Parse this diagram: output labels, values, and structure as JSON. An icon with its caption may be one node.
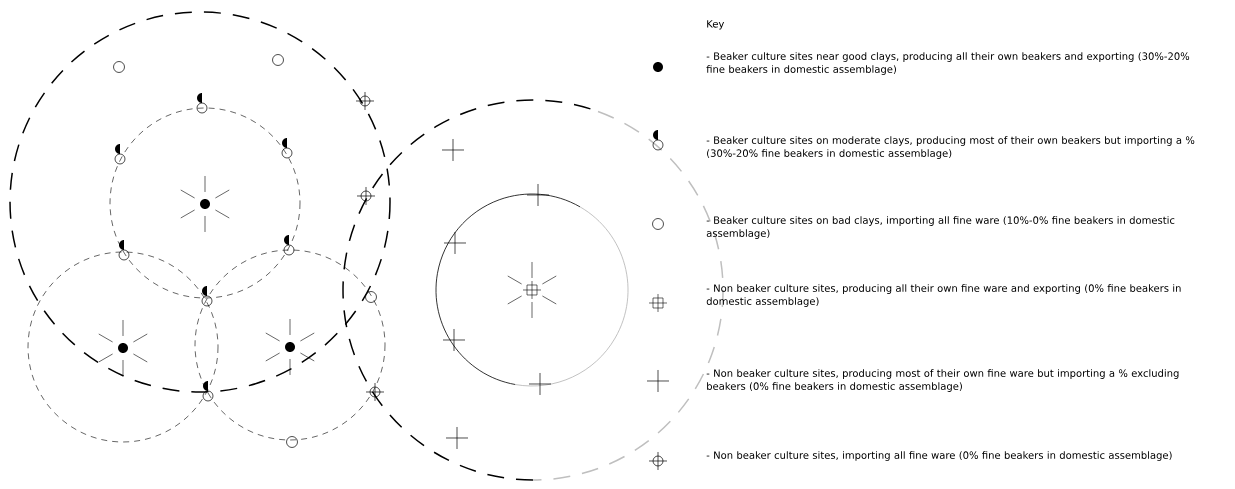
{
  "diagram": {
    "labels": [
      "Key"
    ],
    "legend": [
      {
        "text": "- Beaker culture sites near good clays, producing all their own beakers and exporting (30%-20% fine beakers in domestic assemblage)"
      },
      {
        "text": "- Beaker culture sites on moderate clays, producing most of their own beakers but importing a % (30%-20% fine beakers in domestic assemblage)"
      },
      {
        "text": "- Beaker culture sites on bad clays, importing  all fine ware (10%-0% fine beakers in domestic assemblage)"
      },
      {
        "text": "- Non beaker culture sites, producing all their own fine ware and exporting (0% fine beakers in domestic assemblage)"
      },
      {
        "text": "- Non beaker culture sites, producing most of their own fine ware but importing a % excluding beakers (0% fine beakers in domestic assemblage)"
      },
      {
        "text": "- Non beaker culture sites, importing all fine ware (0% fine beakers in domestic assemblage)"
      }
    ]
  }
}
